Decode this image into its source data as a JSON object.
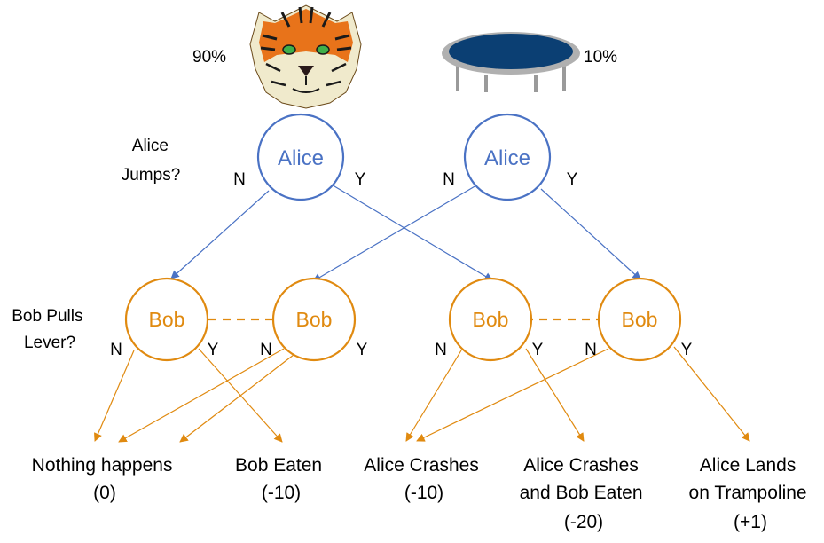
{
  "colors": {
    "alice": "#4a72c4",
    "bob": "#e08a10",
    "tiger_orange": "#e8731a",
    "trampoline_blue": "#0b3f73"
  },
  "icons": [
    "tiger-image",
    "trampoline-image"
  ],
  "probabilities": {
    "tiger": "90%",
    "trampoline": "10%"
  },
  "question_alice": [
    "Alice",
    "Jumps?"
  ],
  "question_bob": [
    "Bob Pulls",
    "Lever?"
  ],
  "alice_nodes": [
    {
      "label": "Alice",
      "n": "N",
      "y": "Y"
    },
    {
      "label": "Alice",
      "n": "N",
      "y": "Y"
    }
  ],
  "bob_nodes": [
    {
      "label": "Bob",
      "n": "N",
      "y": "Y"
    },
    {
      "label": "Bob",
      "n": "N",
      "y": "Y"
    },
    {
      "label": "Bob",
      "n": "N",
      "y": "Y"
    },
    {
      "label": "Bob",
      "n": "N",
      "y": "Y"
    }
  ],
  "outcomes": [
    {
      "lines": [
        "Nothing happens",
        "(0)"
      ]
    },
    {
      "lines": [
        "Bob Eaten",
        "(-10)"
      ]
    },
    {
      "lines": [
        "Alice Crashes",
        "(-10)"
      ]
    },
    {
      "lines": [
        "Alice Crashes",
        "and Bob Eaten",
        "(-20)"
      ]
    },
    {
      "lines": [
        "Alice Lands",
        "on Trampoline",
        "(+1)"
      ]
    }
  ]
}
